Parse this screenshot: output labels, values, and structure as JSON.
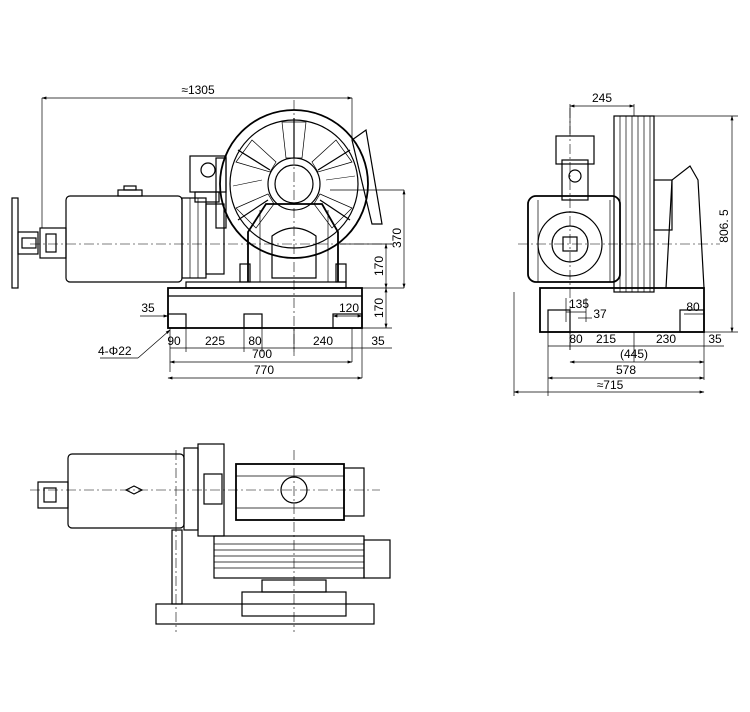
{
  "front_view": {
    "overall_length": "≈1305",
    "height_upper": "370",
    "height_mid": "170",
    "height_base": "170",
    "left_offset": "35",
    "foot_width": "120",
    "foot_offset": "90",
    "span_a": "225",
    "span_b": "80",
    "span_c": "240",
    "right_offset": "35",
    "bolt_spacing": "700",
    "base_length": "770",
    "hole_callout": "4-Φ22"
  },
  "side_view": {
    "top_width": "245",
    "total_height": "806. 5",
    "inner_a": "135",
    "inner_b": "37",
    "foot_left": "80",
    "foot_right": "80",
    "span_a": "215",
    "span_b": "230",
    "right_offset": "35",
    "center_span": "(445)",
    "base_width": "578",
    "overall_width": "≈715"
  }
}
